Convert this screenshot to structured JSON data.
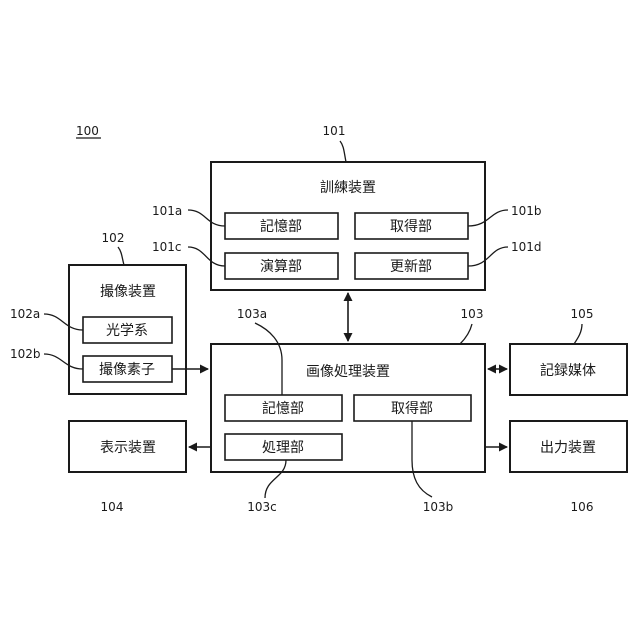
{
  "figure_ref": "100",
  "training": {
    "ref": "101",
    "title": "訓練装置",
    "storage": {
      "ref": "101a",
      "label": "記憶部"
    },
    "acquisition": {
      "ref": "101b",
      "label": "取得部"
    },
    "computation": {
      "ref": "101c",
      "label": "演算部"
    },
    "update": {
      "ref": "101d",
      "label": "更新部"
    }
  },
  "imaging": {
    "ref": "102",
    "title": "撮像装置",
    "optics": {
      "ref": "102a",
      "label": "光学系"
    },
    "sensor": {
      "ref": "102b",
      "label": "撮像素子"
    }
  },
  "processing": {
    "ref": "103",
    "title": "画像処理装置",
    "storage": {
      "ref": "103a",
      "label": "記憶部"
    },
    "acquisition": {
      "ref": "103b",
      "label": "取得部"
    },
    "processor": {
      "ref": "103c",
      "label": "処理部"
    }
  },
  "display": {
    "ref": "104",
    "label": "表示装置"
  },
  "recording": {
    "ref": "105",
    "label": "記録媒体"
  },
  "output": {
    "ref": "106",
    "label": "出力装置"
  }
}
